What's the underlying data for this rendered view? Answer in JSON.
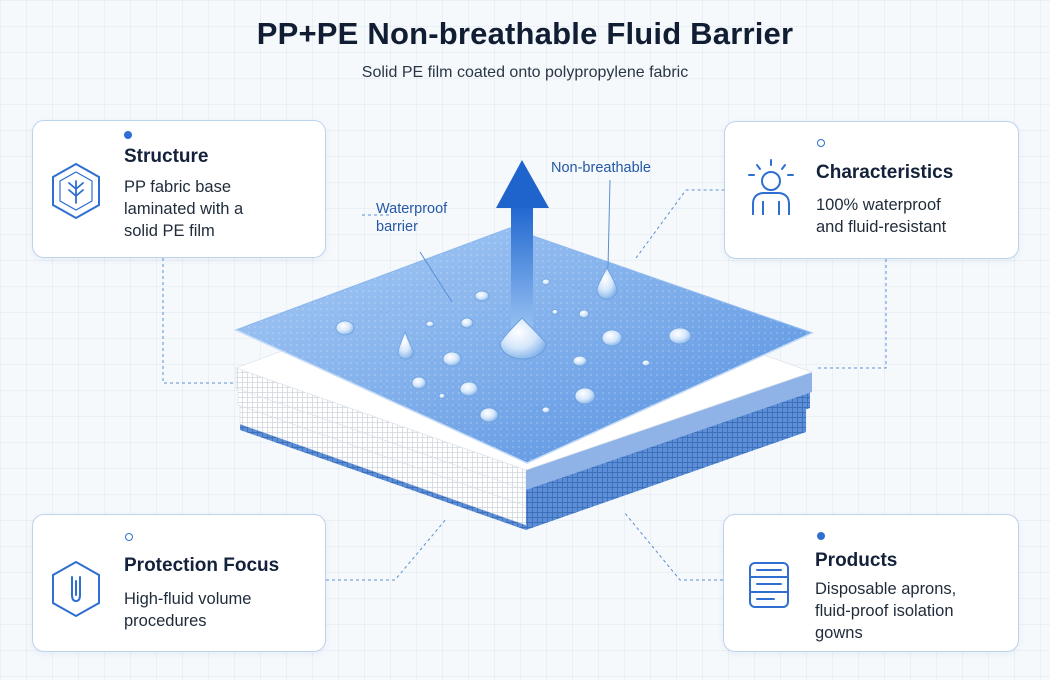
{
  "title": "PP+PE Non-breathable Fluid Barrier",
  "subtitle": "Solid PE film coated onto polypropylene fabric",
  "cards": {
    "structure": {
      "icon": "leaf-hexagon-icon",
      "title": "Structure",
      "lines": [
        "PP fabric base",
        "laminated with a",
        "solid PE film"
      ]
    },
    "characteristics": {
      "icon": "person-icon",
      "title": "Characteristics",
      "lines": [
        "100% waterproof",
        "and fluid-resistant"
      ]
    },
    "protection": {
      "icon": "hand-shield-icon",
      "title": "Protection Focus",
      "lines": [
        "High-fluid volume",
        "procedures"
      ]
    },
    "products": {
      "icon": "document-icon",
      "title": "Products",
      "lines": [
        "Disposable aprons,",
        "fluid-proof isolation",
        "gowns"
      ]
    }
  },
  "annotations": {
    "non_breathable": "Non-breathable",
    "waterproof_barrier": [
      "Waterproof",
      "barrier"
    ]
  },
  "colors": {
    "accent": "#2f6fd1",
    "film": "#6aa4ea",
    "fabric": "#4f86d4",
    "card_border": "#bcd3ec"
  }
}
